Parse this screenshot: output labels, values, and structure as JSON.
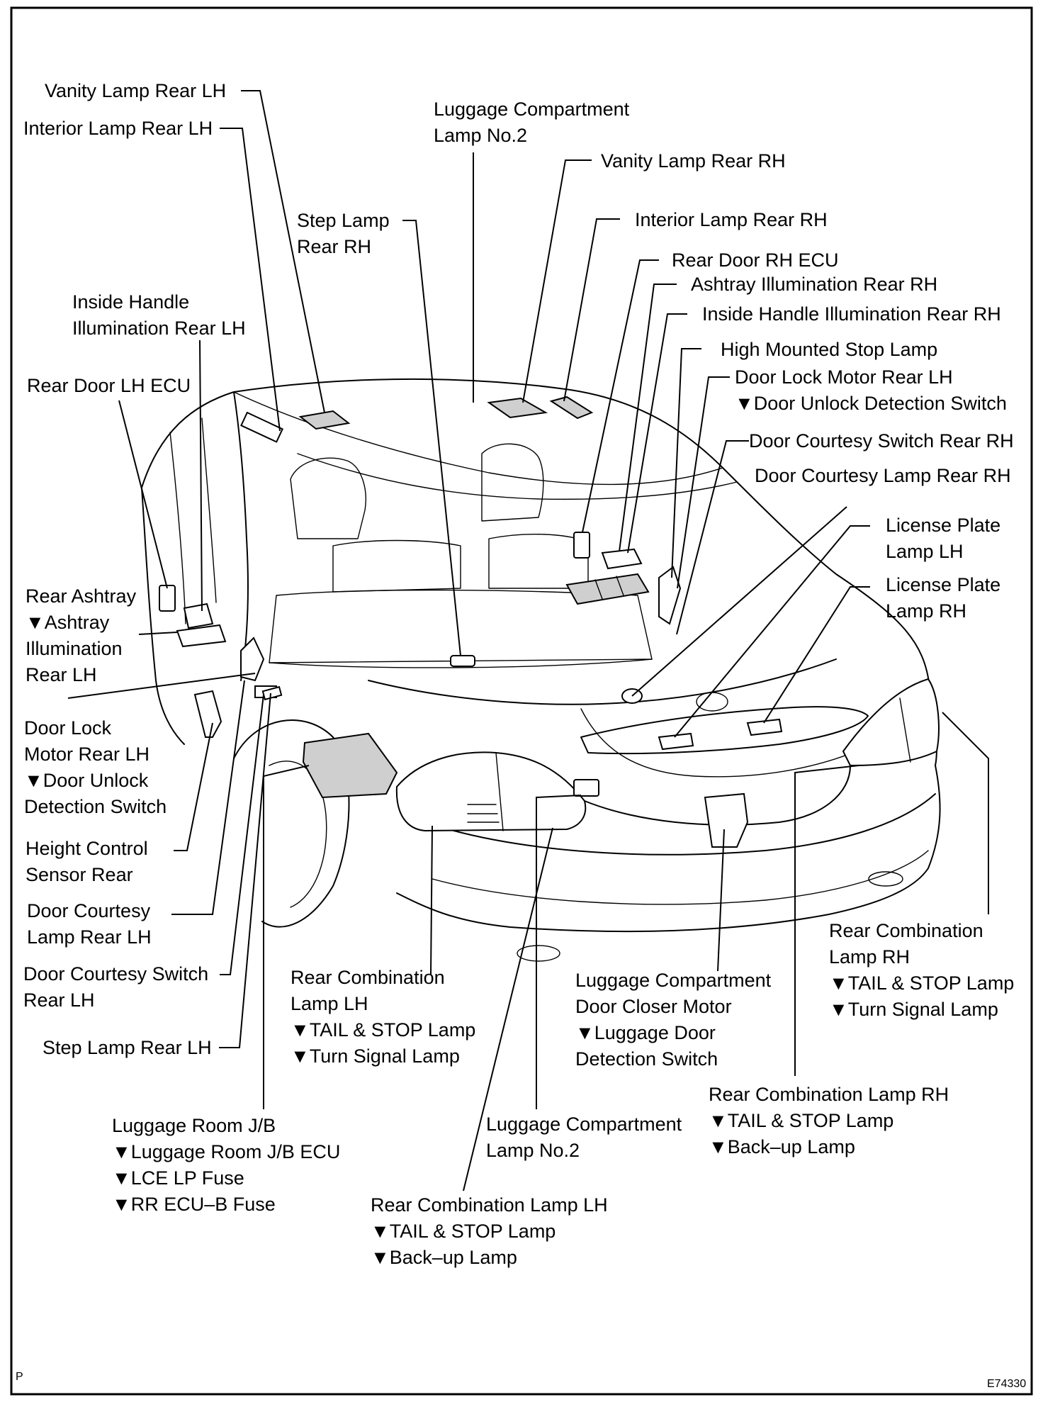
{
  "corner_marks": {
    "left": "P",
    "right": "E74330"
  },
  "labels": {
    "vanity_lh": [
      "Vanity Lamp Rear LH"
    ],
    "interior_lh": [
      "Interior Lamp Rear LH"
    ],
    "luggage_lamp_top": [
      "Luggage Compartment",
      "Lamp No.2"
    ],
    "vanity_rh": [
      "Vanity Lamp Rear RH"
    ],
    "step_rh": [
      "Step Lamp",
      "Rear RH"
    ],
    "interior_rh": [
      "Interior Lamp Rear RH"
    ],
    "rear_door_rh_ecu": [
      "Rear Door RH ECU"
    ],
    "ashtray_illum_rh": [
      "Ashtray Illumination Rear RH"
    ],
    "inside_handle_lh": [
      "Inside Handle",
      "Illumination Rear LH"
    ],
    "inside_handle_rh": [
      "Inside Handle Illumination Rear RH"
    ],
    "high_stop": [
      "High Mounted Stop Lamp"
    ],
    "door_lock_rh_side": [
      "Door Lock Motor Rear LH",
      "▼Door Unlock Detection Switch"
    ],
    "rear_door_lh_ecu": [
      "Rear Door LH ECU"
    ],
    "courtesy_switch_rh": [
      "Door Courtesy Switch Rear RH"
    ],
    "courtesy_lamp_rh": [
      "Door Courtesy Lamp Rear RH"
    ],
    "license_lh": [
      "License Plate",
      "Lamp LH"
    ],
    "license_rh": [
      "License Plate",
      "Lamp RH"
    ],
    "rear_ashtray": [
      "Rear Ashtray",
      "▼Ashtray",
      "Illumination",
      "Rear LH"
    ],
    "door_lock_lh": [
      "Door Lock",
      "Motor Rear LH",
      "▼Door Unlock",
      "Detection Switch"
    ],
    "height_sensor": [
      "Height Control",
      "Sensor Rear"
    ],
    "courtesy_lamp_lh": [
      "Door Courtesy",
      "Lamp Rear LH"
    ],
    "courtesy_switch_lh": [
      "Door Courtesy Switch",
      "Rear LH"
    ],
    "step_lh": [
      "Step Lamp Rear LH"
    ],
    "rear_comb_lh_tail": [
      "Rear Combination",
      "Lamp LH",
      "▼TAIL & STOP Lamp",
      "▼Turn Signal Lamp"
    ],
    "closer_motor": [
      "Luggage Compartment",
      "Door Closer Motor",
      "▼Luggage Door",
      "Detection Switch"
    ],
    "rear_comb_rh_tail": [
      "Rear Combination",
      "Lamp RH",
      "▼TAIL & STOP Lamp",
      "▼Turn Signal Lamp"
    ],
    "rear_comb_rh_backup": [
      "Rear Combination Lamp RH",
      "▼TAIL & STOP Lamp",
      "▼Back–up Lamp"
    ],
    "luggage_jb": [
      "Luggage Room J/B",
      "▼Luggage Room J/B ECU",
      "▼LCE LP Fuse",
      "▼RR ECU–B Fuse"
    ],
    "luggage_lamp_bottom": [
      "Luggage Compartment",
      "Lamp No.2"
    ],
    "rear_comb_lh_backup": [
      "Rear Combination Lamp LH",
      "▼TAIL & STOP Lamp",
      "▼Back–up Lamp"
    ]
  }
}
